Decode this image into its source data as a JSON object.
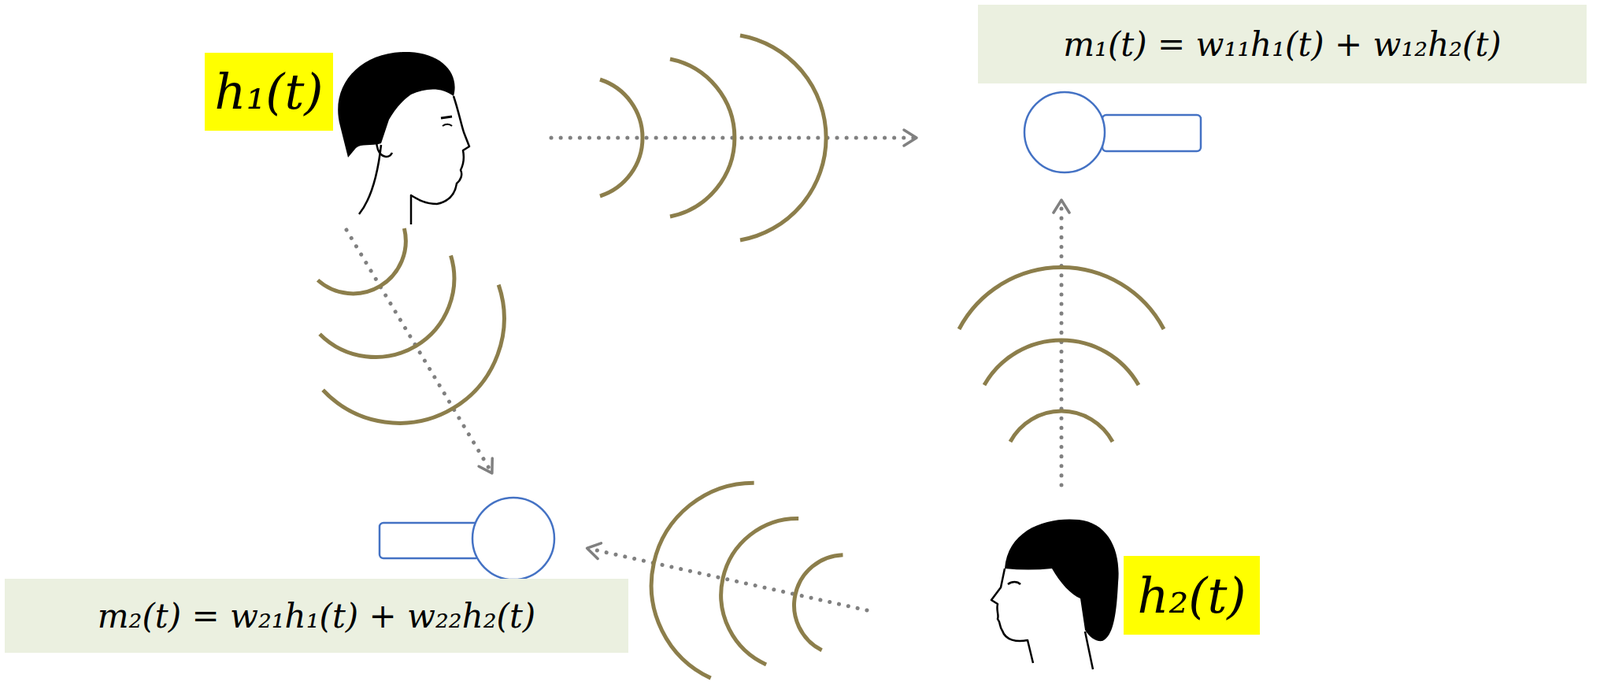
{
  "diagram": {
    "nodes": [
      {
        "text": [
          "h₁(t)"
        ]
      },
      {
        "text": [
          "m₁(t) = w₁₁h₁(t) + w₁₂h₂(t)"
        ]
      },
      {
        "text": [
          "m₂(t) = w₂₁h₁(t) + w₂₂h₂(t)"
        ]
      },
      {
        "text": [
          "h₂(t)"
        ]
      }
    ]
  }
}
